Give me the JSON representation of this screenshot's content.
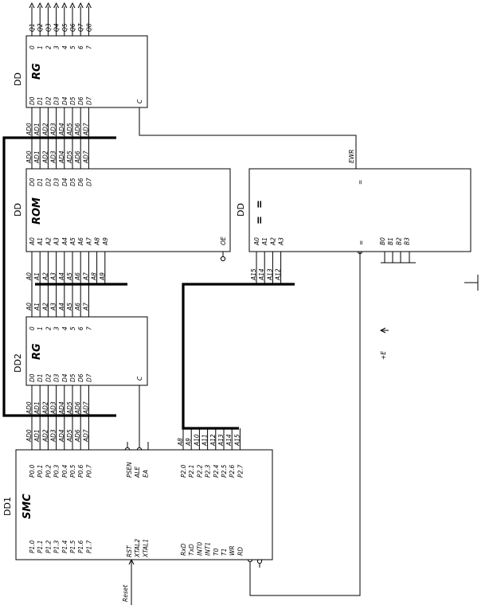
{
  "title": "",
  "chips": {
    "rg_top": {
      "ref": "DD",
      "type": "RG",
      "outputs": [
        "0",
        "1",
        "2",
        "3",
        "4",
        "5",
        "6",
        "7"
      ],
      "inputs": [
        "D0",
        "D1",
        "D2",
        "D3",
        "D4",
        "D5",
        "D6",
        "D7"
      ],
      "clock": "C"
    },
    "rom": {
      "ref": "DD",
      "type": "ROM",
      "data": [
        "D0",
        "D1",
        "D2",
        "D3",
        "D4",
        "D5",
        "D6",
        "D7"
      ],
      "addr": [
        "A0",
        "A1",
        "A2",
        "A3",
        "A4",
        "A5",
        "A6",
        "A7",
        "A8",
        "A9"
      ],
      "oe": "OE"
    },
    "dec": {
      "ref": "DD",
      "eq_top": "=",
      "eq_mark": "=",
      "addr": [
        "A0",
        "A1",
        "A2",
        "A3"
      ],
      "ctrl": [
        "=",
        "B0",
        "B1",
        "B2",
        "B3"
      ]
    },
    "rg_mid": {
      "ref": "DD2",
      "type": "RG",
      "outputs": [
        "0",
        "1",
        "2",
        "3",
        "4",
        "5",
        "6",
        "7"
      ],
      "inputs": [
        "D0",
        "D1",
        "D2",
        "D3",
        "D4",
        "D5",
        "D6",
        "D7"
      ],
      "clock": "C"
    },
    "smc": {
      "ref": "DD1",
      "type": "SMC",
      "p0": [
        "P0.0",
        "P0.1",
        "P0.2",
        "P0.3",
        "P0.4",
        "P0.5",
        "P0.6",
        "P0.7"
      ],
      "ctl": [
        "PSEN",
        "ALE",
        "EA"
      ],
      "p2": [
        "P2.0",
        "P2.1",
        "P2.2",
        "P2.3",
        "P2.4",
        "P2.5",
        "P2.6",
        "P2.7"
      ],
      "p1": [
        "P1.0",
        "P1.1",
        "P1.2",
        "P1.3",
        "P1.4",
        "P1.5",
        "P1.6",
        "P1.7"
      ],
      "sys": [
        "RST",
        "XTAL2",
        "XTAL1"
      ],
      "p3": [
        "RxD",
        "TxD",
        "INT0",
        "INT1",
        "T0",
        "T1",
        "WR",
        "RD"
      ]
    }
  },
  "signals": {
    "q_out": [
      "Q1",
      "Q2",
      "Q3",
      "Q4",
      "Q5",
      "Q6",
      "Q7",
      "Q8"
    ],
    "ad": [
      "AD0",
      "AD1",
      "AD2",
      "AD3",
      "AD4",
      "AD5",
      "AD6",
      "AD7"
    ],
    "a_low": [
      "A0",
      "A1",
      "A2",
      "A3",
      "A4",
      "A5",
      "A6",
      "A7"
    ],
    "a_rom_hi": [
      "A8",
      "A9"
    ],
    "a_hi": [
      "A8",
      "A9",
      "A10",
      "A11",
      "A12",
      "A13",
      "A14",
      "A15"
    ],
    "a_dec": [
      "A15",
      "A14",
      "A13",
      "A12"
    ],
    "ewr": "EWR",
    "reset": "Reset",
    "supply": "+E"
  },
  "colors": {
    "line": "#000000",
    "background": "#ffffff"
  }
}
